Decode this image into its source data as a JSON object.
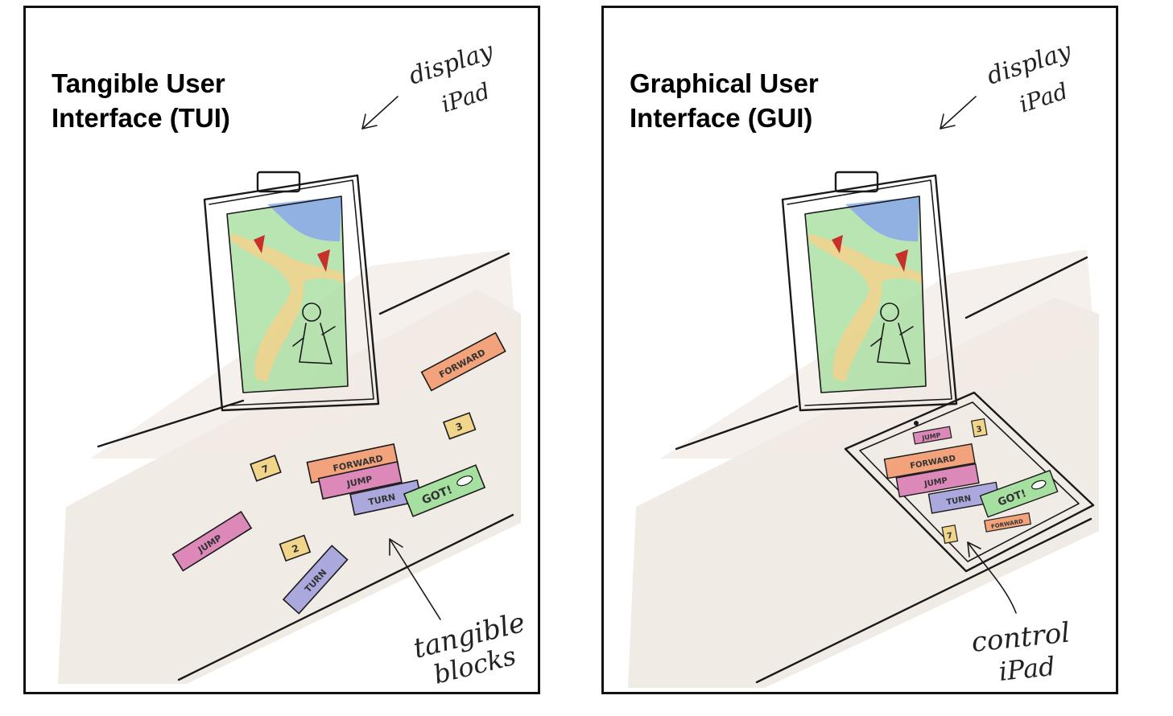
{
  "colors": {
    "ink": "#1a1a1a",
    "table": "#efe7e2",
    "grass": "#a8dea0",
    "path": "#f0d38e",
    "water": "#8aa8ea",
    "strawberry": "#c8302a",
    "forward_block": "#f2a37c",
    "jump_block": "#dc88b8",
    "turn_block": "#aaa8dc",
    "got_block": "#a6e0a0",
    "number_block": "#f1d58a"
  },
  "panels": {
    "tui": {
      "title_line1": "Tangible User",
      "title_line2": "Interface (TUI)",
      "display_note_line1": "display",
      "display_note_line2": "iPad",
      "blocks_note_line1": "tangible",
      "blocks_note_line2": "blocks",
      "blocks": {
        "forward": "FORWARD",
        "jump": "JUMP",
        "turn": "TURN",
        "got": "GOT!",
        "loose_forward": "FORWARD",
        "loose_jump": "JUMP",
        "loose_turn": "TURN",
        "num_3": "3",
        "num_7": "7",
        "num_2": "2"
      }
    },
    "gui": {
      "title_line1": "Graphical User",
      "title_line2": "Interface (GUI)",
      "display_note_line1": "display",
      "display_note_line2": "iPad",
      "control_note_line1": "control",
      "control_note_line2": "iPad",
      "blocks": {
        "forward": "FORWARD",
        "jump": "JUMP",
        "turn": "TURN",
        "got": "GOT!",
        "top_jump": "JUMP",
        "bottom_forward": "FORWARD",
        "num_3": "3",
        "num_7": "7"
      }
    }
  }
}
